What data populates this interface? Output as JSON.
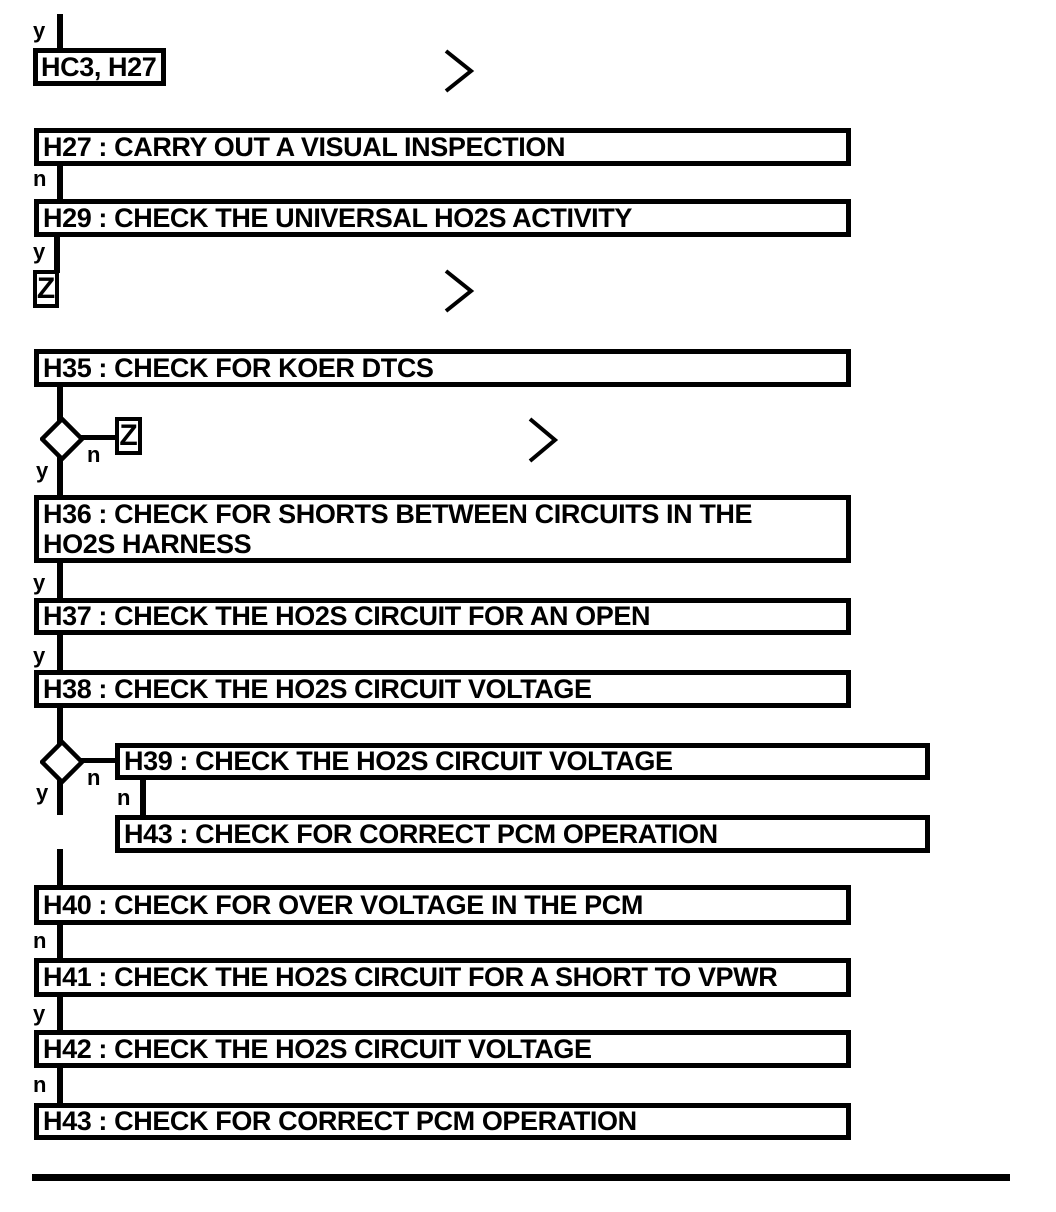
{
  "flowchart": {
    "colors": {
      "ink": "#000000",
      "background": "#ffffff"
    },
    "entry": {
      "label": "HC3, H27"
    },
    "branch_labels": {
      "yes": "y",
      "no": "n"
    },
    "connector_label": "Z",
    "steps": {
      "h27": "H27 : CARRY OUT A VISUAL INSPECTION",
      "h29": "H29 : CHECK THE UNIVERSAL HO2S ACTIVITY",
      "h35": "H35 : CHECK FOR KOER DTCS",
      "h36_lines": [
        "H36 : CHECK FOR SHORTS BETWEEN CIRCUITS IN THE",
        "HO2S HARNESS"
      ],
      "h37": "H37 : CHECK THE HO2S CIRCUIT FOR AN OPEN",
      "h38": "H38 : CHECK THE HO2S CIRCUIT VOLTAGE",
      "h39": "H39 : CHECK THE HO2S CIRCUIT VOLTAGE",
      "h43_branch": "H43 : CHECK FOR CORRECT PCM OPERATION",
      "h40": "H40 : CHECK FOR OVER VOLTAGE IN THE PCM",
      "h41": "H41 : CHECK THE HO2S CIRCUIT FOR A SHORT TO VPWR",
      "h42": "H42 : CHECK THE HO2S CIRCUIT VOLTAGE",
      "h43_final": "H43 : CHECK FOR CORRECT PCM OPERATION"
    }
  }
}
